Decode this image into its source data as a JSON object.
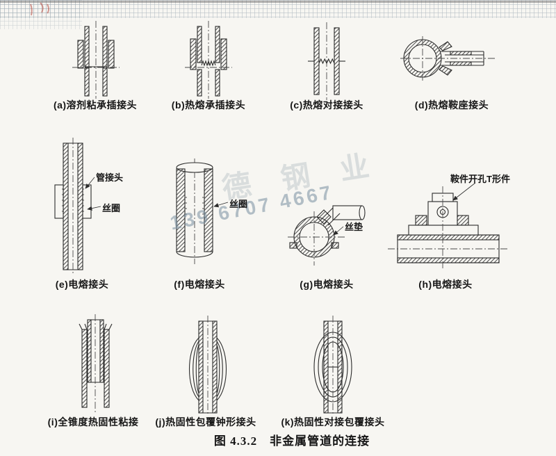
{
  "page": {
    "main_caption": "图 4.3.2　非金属管道的连接"
  },
  "watermark": {
    "phone": "139 6707 4667",
    "brand": "德 钢 业"
  },
  "figures": [
    {
      "id": "a",
      "label": "(a)溶剂粘承插接头"
    },
    {
      "id": "b",
      "label": "(b)热熔承插接头"
    },
    {
      "id": "c",
      "label": "(c)热熔对接接头"
    },
    {
      "id": "d",
      "label": "(d)热熔鞍座接头"
    },
    {
      "id": "e",
      "label": "(e)电熔接头",
      "annotations": [
        "管接头",
        "丝圈"
      ]
    },
    {
      "id": "f",
      "label": "(f)电熔接头",
      "annotations": [
        "丝圈"
      ]
    },
    {
      "id": "g",
      "label": "(g)电熔接头",
      "annotations": [
        "丝垫"
      ]
    },
    {
      "id": "h",
      "label": "(h)电熔接头",
      "annotations": [
        "鞍件开孔T形件"
      ]
    },
    {
      "id": "i",
      "label": "(i)全锥度热固性粘接"
    },
    {
      "id": "j",
      "label": "(j)热固性包覆钟形接头"
    },
    {
      "id": "k",
      "label": "(k)热固性对接包覆接头"
    }
  ]
}
